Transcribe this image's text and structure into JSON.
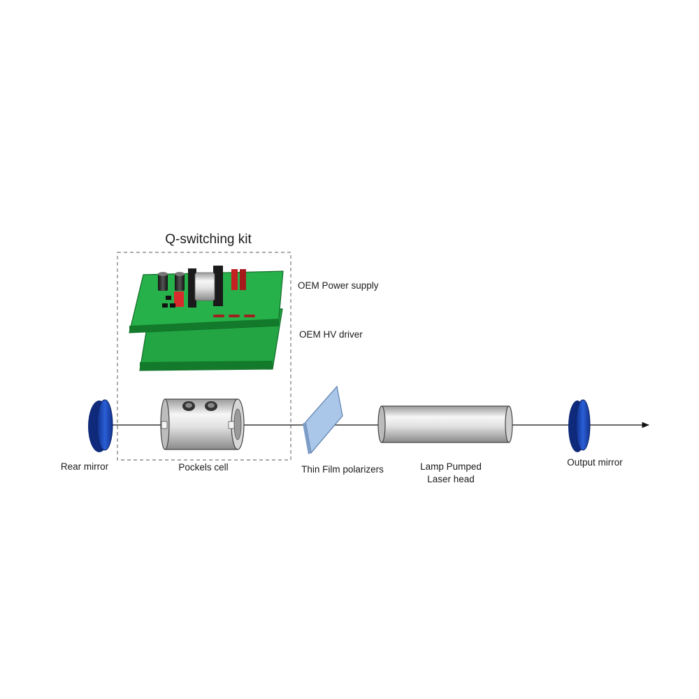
{
  "kit": {
    "title": "Q-switching kit"
  },
  "labels": {
    "power_supply": "OEM Power supply",
    "hv_driver": "OEM HV driver",
    "rear_mirror": "Rear mirror",
    "pockels_cell": "Pockels cell",
    "polarizer": "Thin Film polarizers",
    "laser_head_line1": "Lamp Pumped",
    "laser_head_line2": "Laser head",
    "output_mirror": "Output mirror"
  },
  "colors": {
    "pcb_green": "#1e9e3c",
    "pcb_edge": "#137a2b",
    "mirror_blue": "#1f4fc4",
    "polarizer_blue": "#aac6e8",
    "component_red": "#d92b2b",
    "cylinder_gray": "#c8c8c8"
  }
}
